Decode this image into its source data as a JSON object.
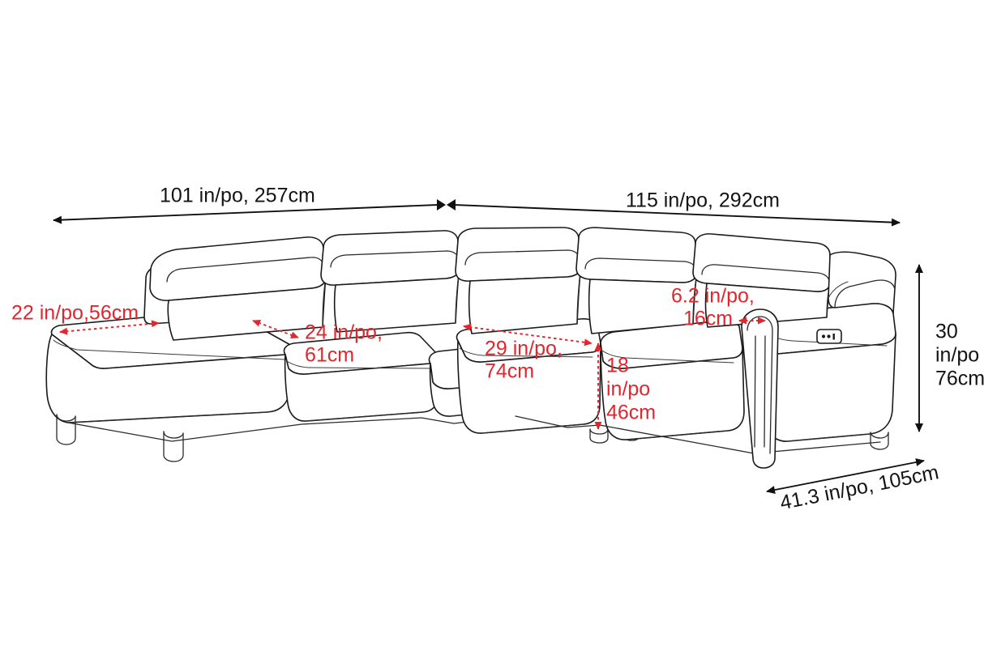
{
  "diagram": {
    "title": "Sectional sofa dimension diagram",
    "product": "L-shaped power reclining sectional sofa",
    "units_note": "in/po",
    "colors": {
      "outline": "#1a1a1a",
      "dimension_black": "#111111",
      "dimension_red": "#E1262D",
      "background": "#ffffff"
    }
  },
  "dimensions": {
    "overall_width_left": {
      "label": "101 in/po, 257cm",
      "inches": 101,
      "cm": 257,
      "style": "black",
      "name": "overall-left-span"
    },
    "overall_width_right": {
      "label": "115 in/po, 292cm",
      "inches": 115,
      "cm": 292,
      "style": "black",
      "name": "overall-right-span"
    },
    "overall_height": {
      "label_line1": "30",
      "label_line2": "in/po",
      "label_line3": "76cm",
      "inches": 30,
      "cm": 76,
      "style": "black",
      "name": "overall-height"
    },
    "overall_depth": {
      "label": "41.3 in/po, 105cm",
      "inches": 41.3,
      "cm": 105,
      "style": "black",
      "name": "overall-depth"
    },
    "chaise_seat_depth": {
      "label": "22 in/po,56cm",
      "inches": 22,
      "cm": 56,
      "style": "red",
      "name": "chaise-seat-depth"
    },
    "seat_width_left": {
      "label_line1": "24 in/po,",
      "label_line2": "61cm",
      "inches": 24,
      "cm": 61,
      "style": "red",
      "name": "left-seat-width"
    },
    "seat_width_right": {
      "label_line1": "29 in/po,",
      "label_line2": "74cm",
      "inches": 29,
      "cm": 74,
      "style": "red",
      "name": "right-seat-width"
    },
    "seat_height": {
      "label_line1": "18",
      "label_line2": "in/po",
      "label_line3": "46cm",
      "inches": 18,
      "cm": 46,
      "style": "red",
      "name": "seat-height"
    },
    "arm_width": {
      "label_line1": "6.2 in/po,",
      "label_line2": "16cm",
      "inches": 6.2,
      "cm": 16,
      "style": "red",
      "name": "arm-width"
    }
  },
  "controls": {
    "power_button": {
      "glyph": "ooI",
      "name": "power-recline-button"
    }
  }
}
